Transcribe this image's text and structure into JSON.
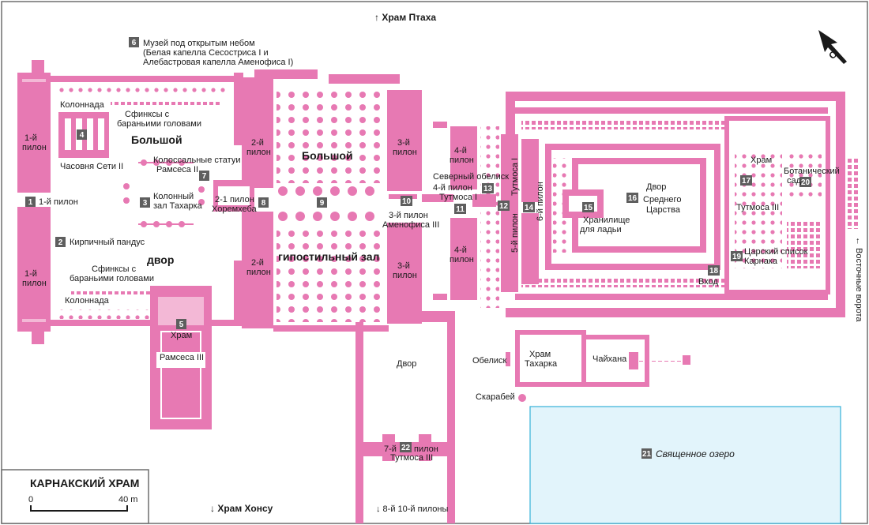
{
  "colors": {
    "pink": "#e779b3",
    "pink_light": "#f3b8d6",
    "lake": "#e2f4fb",
    "lake_border": "#35b1d8",
    "marker": "#5e5e5e",
    "frame": "#6e6e6e"
  },
  "legend": {
    "title": "КАРНАКСКИЙ ХРАМ",
    "scale_start": "0",
    "scale_end": "40 m"
  },
  "directions": {
    "north_ptah": "↑ Храм Птаха",
    "south_khonsu": "↓ Храм Хонсу",
    "south_pylons": "↓ 8-й 10-й пилоны",
    "east_gate": "← Восточные ворота",
    "compass_letter": "С"
  },
  "numbers": {
    "n1": "1",
    "n2": "2",
    "n3": "3",
    "n4": "4",
    "n5": "5",
    "n6": "6",
    "n7": "7",
    "n8": "8",
    "n9": "9",
    "n10": "10",
    "n11": "11",
    "n12": "12",
    "n13": "13",
    "n14": "14",
    "n15": "15",
    "n16": "16",
    "n17": "17",
    "n18": "18",
    "n19": "19",
    "n20": "20",
    "n21": "21",
    "n22": "22"
  },
  "labels": {
    "museum_1": "Музей под открытым небом",
    "museum_2": "(Белая капелла Сесостриса I и",
    "museum_3": "Алебастровая капелла Аменофиса I)",
    "colonnade_top": "Колоннада",
    "sphinx_top_1": "Сфинксы с",
    "sphinx_top_2": "бараньими головами",
    "big_upper": "Большой",
    "chapel_seti": "Часовня Сети II",
    "colossi_1": "Колоссальные статуи",
    "colossi_2": "Рамсеса II",
    "taharqa_col_1": "Колонный",
    "taharqa_col_2": "зал Тахарка",
    "pylon1_label": "1-й пилон",
    "pylon1_top_1": "1-й",
    "pylon1_top_2": "пилон",
    "pylon1_bot_1": "1-й",
    "pylon1_bot_2": "пилон",
    "brick_ramp": "Кирпичный пандус",
    "court": "двор",
    "sphinx_bot_1": "Сфинксы с",
    "sphinx_bot_2": "бараньими головами",
    "colonnade_bot": "Колоннада",
    "ramses_temple_1": "Храм",
    "ramses_temple_2": "Рамсеса III",
    "horemheb_1": "2-1 пилон",
    "horemheb_2": "Хоремхеба",
    "pylon2_top_1": "2-й",
    "pylon2_top_2": "пилон",
    "pylon2_bot_1": "2-й",
    "pylon2_bot_2": "пилон",
    "hyp_big": "Большой",
    "hyp_hall": "гипостильный зал",
    "pylon3_top_1": "3-й",
    "pylon3_top_2": "пилон",
    "pylon3_bot_1": "3-й",
    "pylon3_bot_2": "пилон",
    "pylon3_amen_1": "3-й пилон",
    "pylon3_amen_2": "Аменофиса III",
    "pylon4_top_1": "4-й",
    "pylon4_top_2": "пилон",
    "pylon4_bot_1": "4-й",
    "pylon4_bot_2": "пилон",
    "north_obelisk_1": "Северный обелиск",
    "north_obelisk_2": "4-й пилон",
    "north_obelisk_3": "Тутмоса I",
    "thutmose1_vert": "Тутмоса I",
    "pylon5_vert": "5-й пилон",
    "pylon6_vert": "6-й пилон",
    "barque_1": "Хранилище",
    "barque_2": "для ладьи",
    "middle_1": "Двор",
    "middle_2": "Среднего",
    "middle_3": "Царства",
    "entrance": "Вход",
    "temple_t3_1": "Храм",
    "temple_t3_2": "Тутмоса III",
    "botanic_1": "Ботанический",
    "botanic_2": "сад",
    "king_list_1": "Царский список",
    "king_list_2": "Карнака",
    "court_small": "Двор",
    "pylon7_a": "7-й",
    "pylon7_b": "пилон",
    "pylon7_c": "Тутмоса III",
    "obelisk": "Обелиск",
    "taharqa_temple_1": "Храм",
    "taharqa_temple_2": "Тахарка",
    "teahouse": "Чайхана",
    "scarab": "Скарабей",
    "sacred_lake": "Священное озеро"
  }
}
